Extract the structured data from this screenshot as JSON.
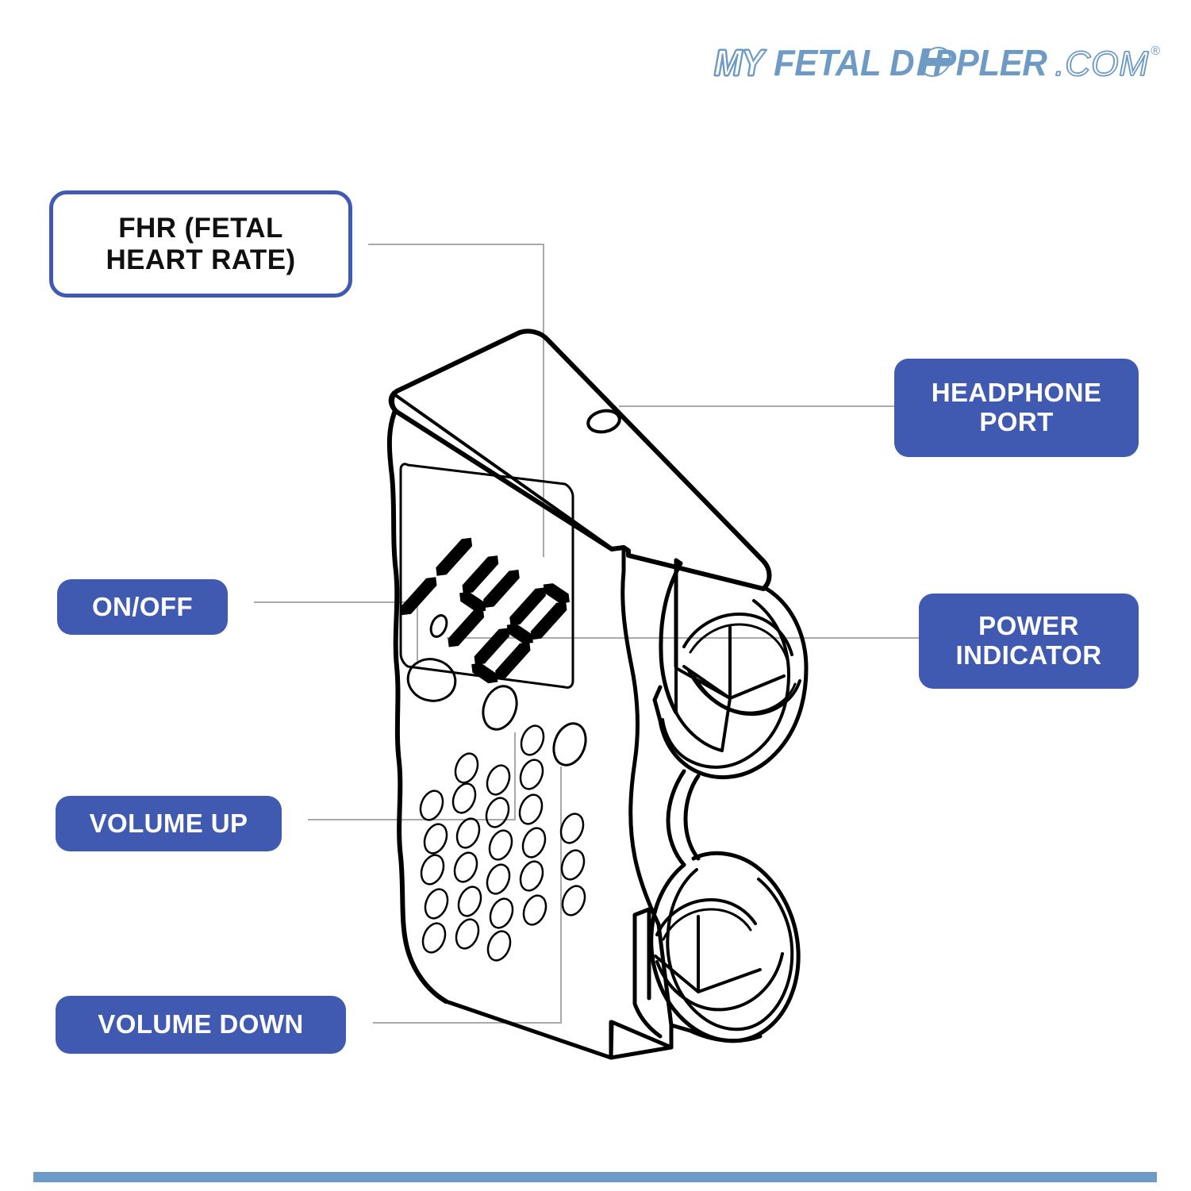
{
  "brand": {
    "logo_part1": "MY",
    "logo_part2_a": "FETAL D",
    "logo_part2_b": "PPLER",
    "logo_suffix": ".COM",
    "logo_trademark": "®",
    "logo_icon": "medical-cross-icon",
    "brand_color": "#6e9bc5"
  },
  "theme": {
    "accent_blue": "#3f5ab0",
    "light_blue": "#6e9bc5",
    "leader_line": "#a9a9a9",
    "outline": "#000000",
    "background": "#ffffff"
  },
  "device": {
    "name": "fetal-doppler",
    "display_value": "148",
    "display_segments": {
      "digit1": "1",
      "digit2": "4",
      "digit3": "8"
    }
  },
  "callouts": [
    {
      "id": "fhr",
      "label": "FHR (FETAL\nHEART RATE)",
      "line1": "FHR (FETAL",
      "line2": "HEART RATE)",
      "style": "outlined"
    },
    {
      "id": "headphone",
      "label": "HEADPHONE\nPORT",
      "line1": "HEADPHONE",
      "line2": "PORT",
      "style": "filled"
    },
    {
      "id": "onoff",
      "label": "ON/OFF",
      "line1": "ON/OFF",
      "line2": "",
      "style": "filled"
    },
    {
      "id": "power",
      "label": "POWER\nINDICATOR",
      "line1": "POWER",
      "line2": "INDICATOR",
      "style": "filled"
    },
    {
      "id": "volup",
      "label": "VOLUME UP",
      "line1": "VOLUME UP",
      "line2": "",
      "style": "filled"
    },
    {
      "id": "voldown",
      "label": "VOLUME DOWN",
      "line1": "VOLUME DOWN",
      "line2": "",
      "style": "filled"
    }
  ]
}
